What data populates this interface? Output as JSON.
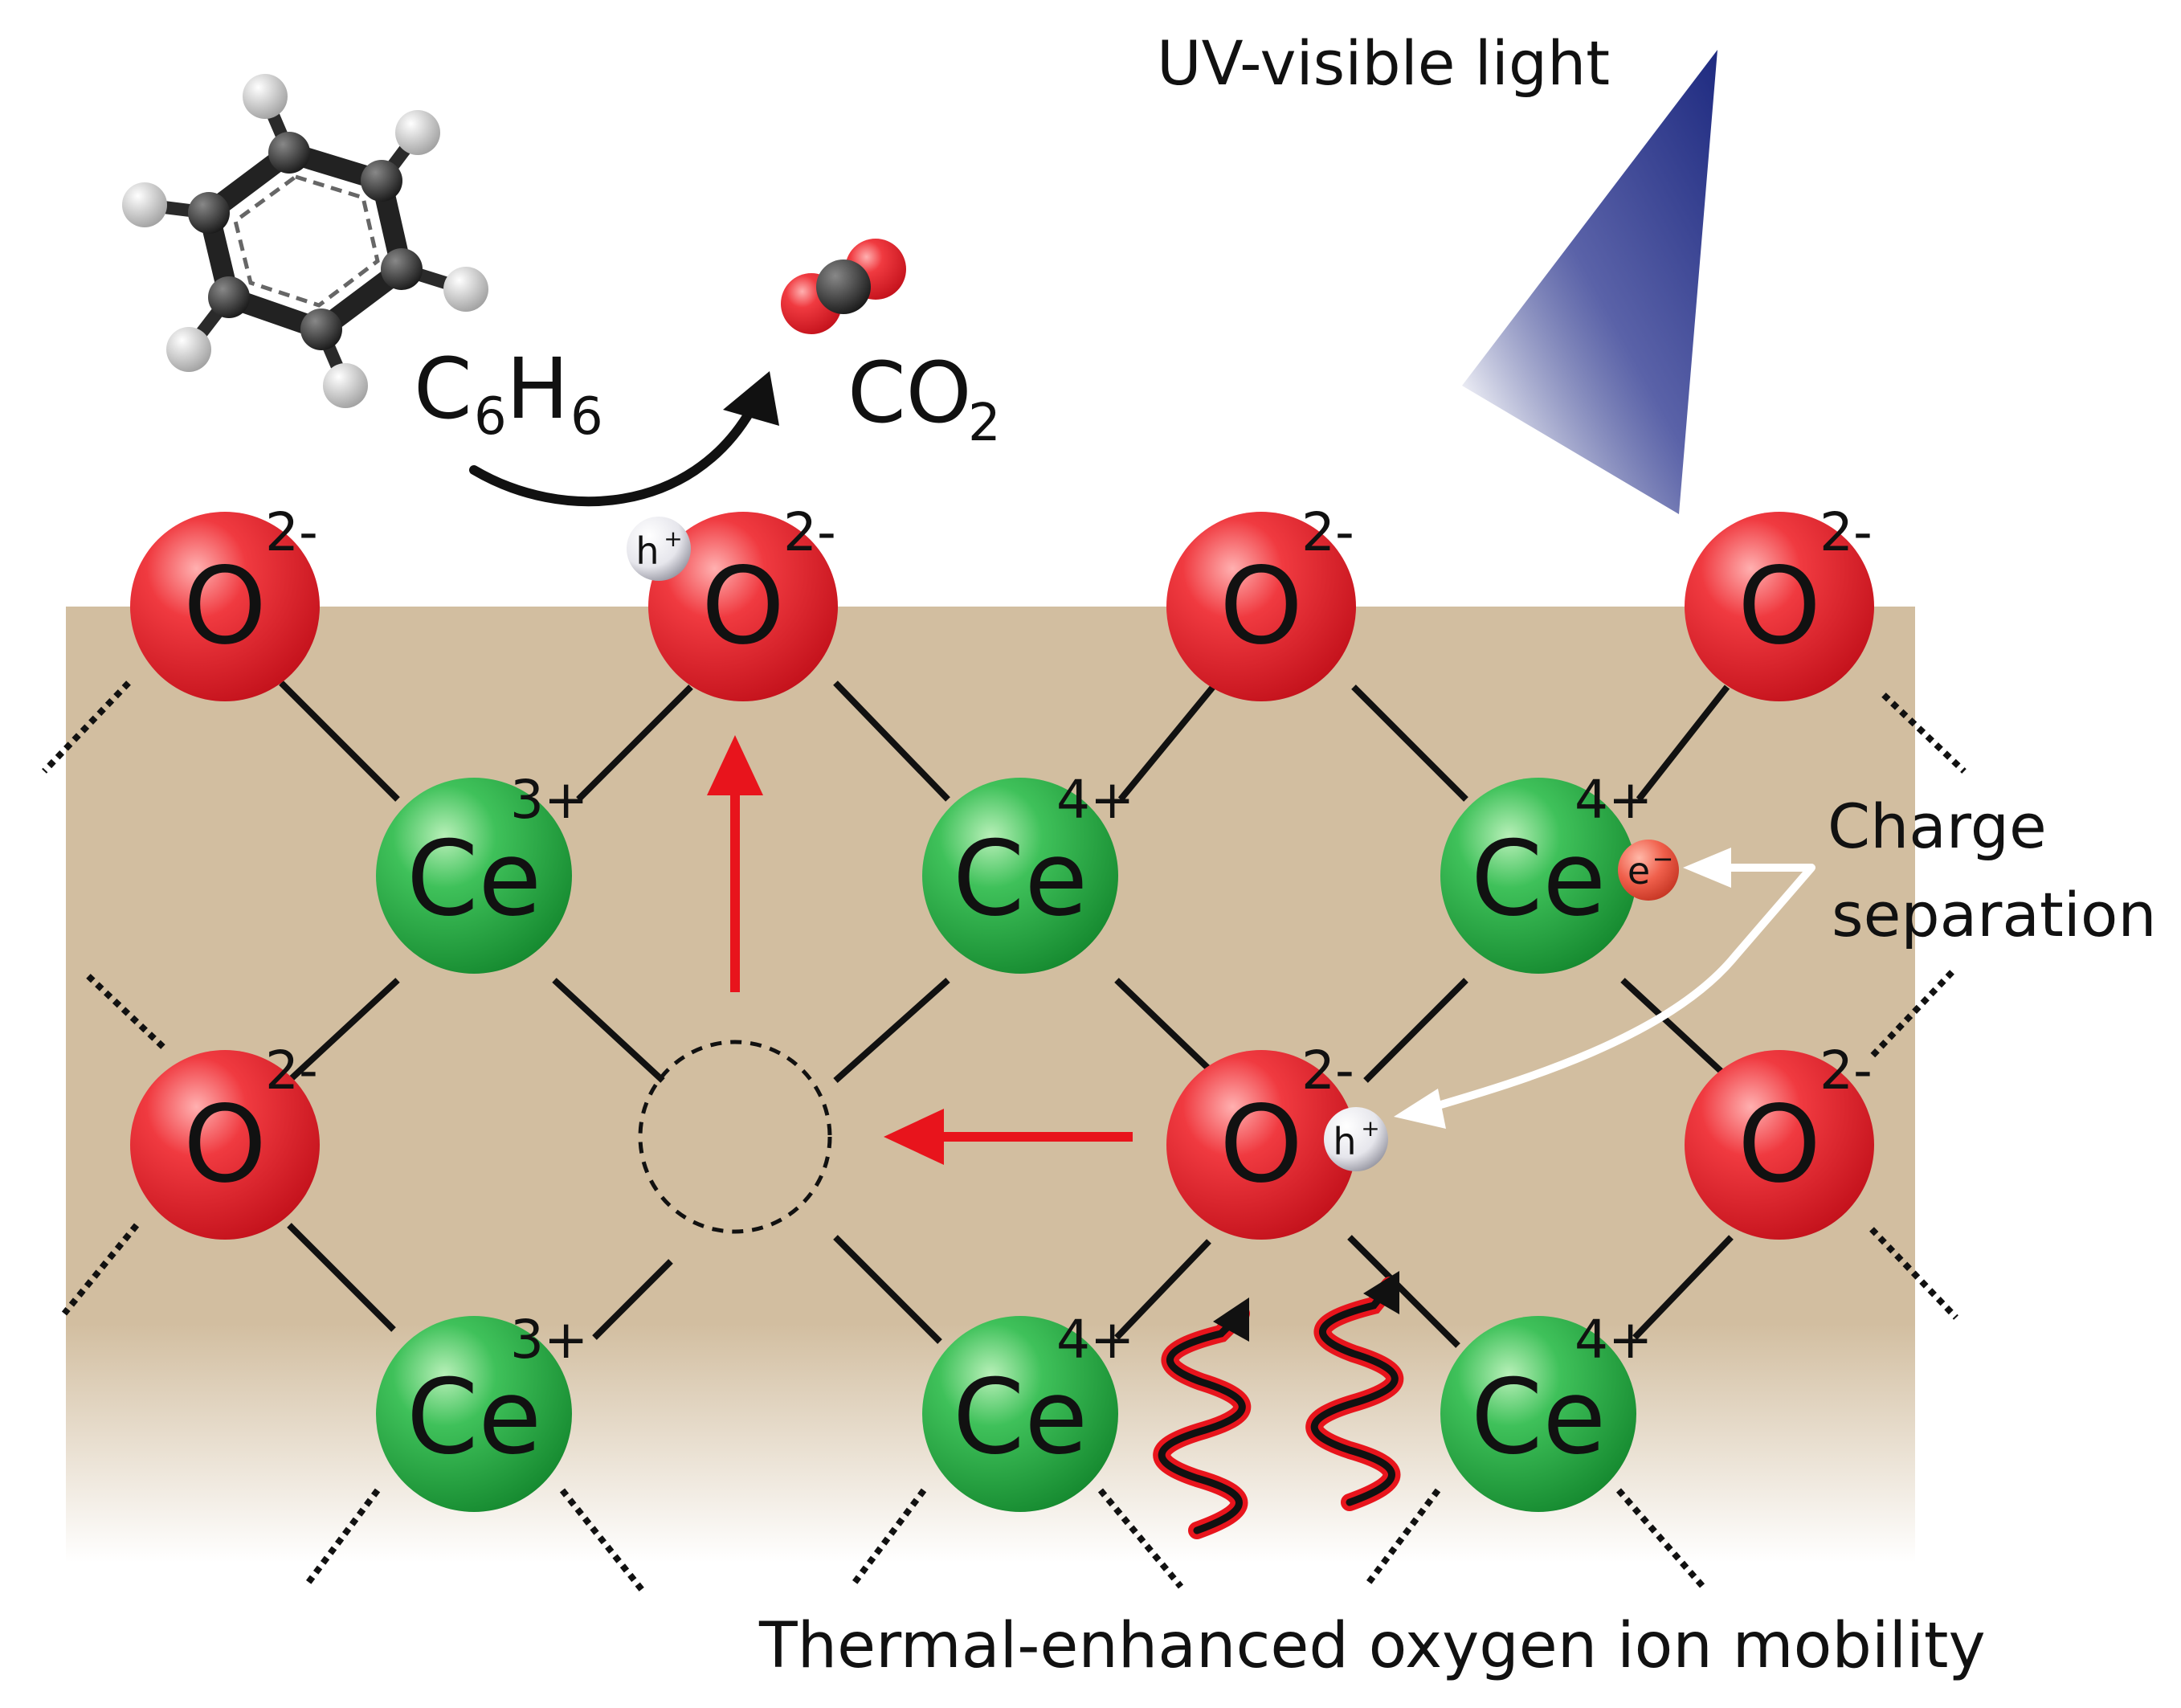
{
  "labels": {
    "uv_light": "UV-visible light",
    "benzene": "C",
    "benzene_sub1": "6",
    "benzene_h": "H",
    "benzene_sub2": "6",
    "co2": "CO",
    "co2_sub": "2",
    "charge_line1": "Charge",
    "charge_line2": "separation",
    "thermal": "Thermal-enhanced oxygen ion mobility"
  },
  "atoms": {
    "oxygen_symbol": "O",
    "cerium_symbol": "Ce",
    "oxygen_charge": "2-",
    "ce3_charge": "3+",
    "ce4_charge": "4+",
    "hole_symbol": "h",
    "hole_sup": "+",
    "electron_symbol": "e",
    "electron_sup": "−"
  },
  "colors": {
    "background": "#ffffff",
    "substrate": "#d2bea0",
    "oxygen": "#e8202c",
    "cerium": "#27a844",
    "arrow_red": "#e8141c",
    "light_beam": "#1e2a80",
    "bond": "#111111"
  }
}
